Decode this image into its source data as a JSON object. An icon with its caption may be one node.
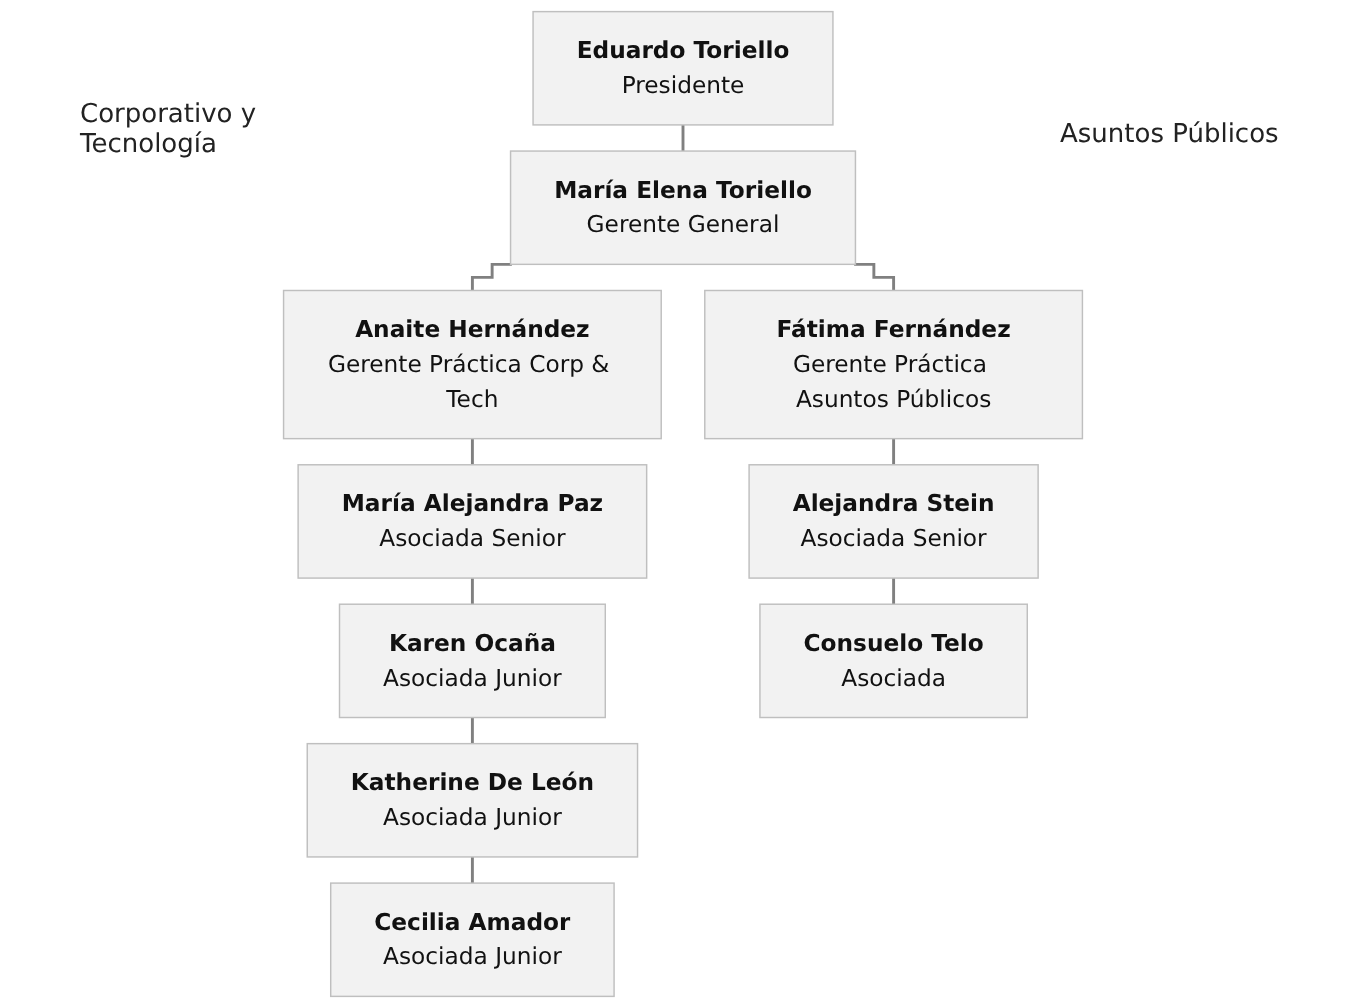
{
  "diagram": {
    "nodes": [
      {
        "text": [
          "Eduardo Toriello",
          "Presidente"
        ]
      },
      {
        "text": [
          "María Elena Toriello",
          "Gerente General"
        ]
      },
      {
        "text": [
          "Anaite Hernández",
          "Gerente Práctica Corp & Tech"
        ]
      },
      {
        "text": [
          "María Alejandra Paz",
          "Asociada Senior"
        ]
      },
      {
        "text": [
          "Karen Ocaña",
          "Asociada Junior"
        ]
      },
      {
        "text": [
          "Katherine De León",
          "Asociada Junior"
        ]
      },
      {
        "text": [
          "Cecilia Amador",
          "Asociada Junior"
        ]
      },
      {
        "text": [
          "Fátima Fernández",
          "Gerente Práctica Asuntos Públicos"
        ]
      },
      {
        "text": [
          "Alejandra Stein",
          "Asociada Senior"
        ]
      },
      {
        "text": [
          "Consuelo Telo",
          "Asociada"
        ]
      }
    ],
    "edges": [
      {
        "from": 0,
        "to": 1,
        "arrow": "none"
      },
      {
        "from": 1,
        "to": 2,
        "arrow": "none"
      },
      {
        "from": 2,
        "to": 3,
        "arrow": "none"
      },
      {
        "from": 3,
        "to": 4,
        "arrow": "none"
      },
      {
        "from": 4,
        "to": 5,
        "arrow": "none"
      },
      {
        "from": 5,
        "to": 6,
        "arrow": "none"
      },
      {
        "from": 1,
        "to": 7,
        "arrow": "none"
      },
      {
        "from": 7,
        "to": 8,
        "arrow": "none"
      },
      {
        "from": 8,
        "to": 9,
        "arrow": "none"
      }
    ],
    "labels": [
      "Corporativo y Tecnología",
      "Asuntos Públicos"
    ]
  }
}
